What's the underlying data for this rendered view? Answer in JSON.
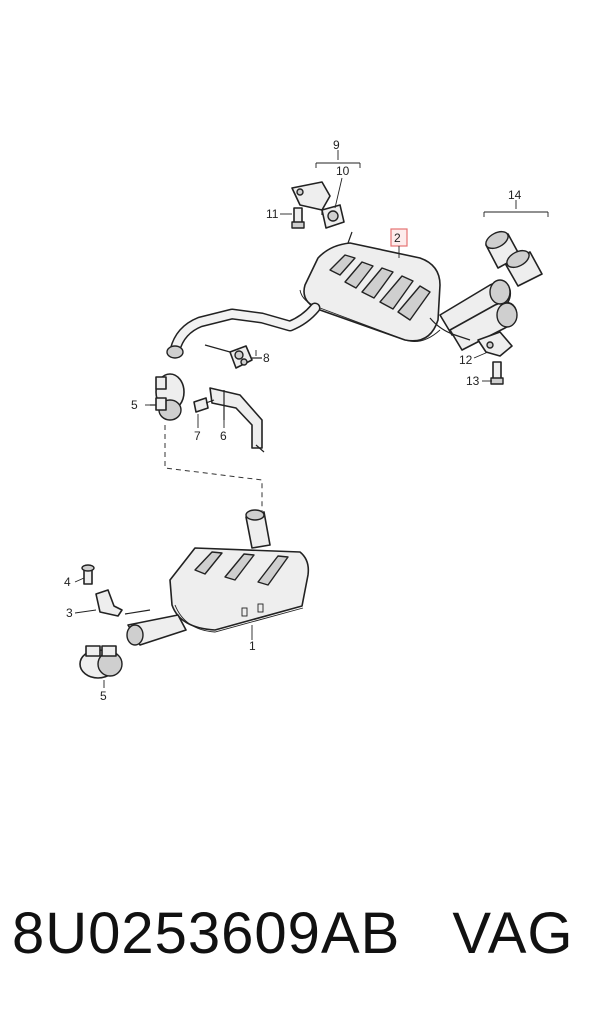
{
  "callouts": {
    "c1": "1",
    "c2": "2",
    "c3": "3",
    "c4": "4",
    "c5a": "5",
    "c5b": "5",
    "c6": "6",
    "c7": "7",
    "c8": "8",
    "c9": "9",
    "c10": "10",
    "c11": "11",
    "c12": "12",
    "c13": "13",
    "c14": "14"
  },
  "footer": {
    "part_number": "8U0253609AB",
    "brand": "VAG"
  },
  "colors": {
    "highlight_box": "#e57373",
    "line": "#222222"
  }
}
